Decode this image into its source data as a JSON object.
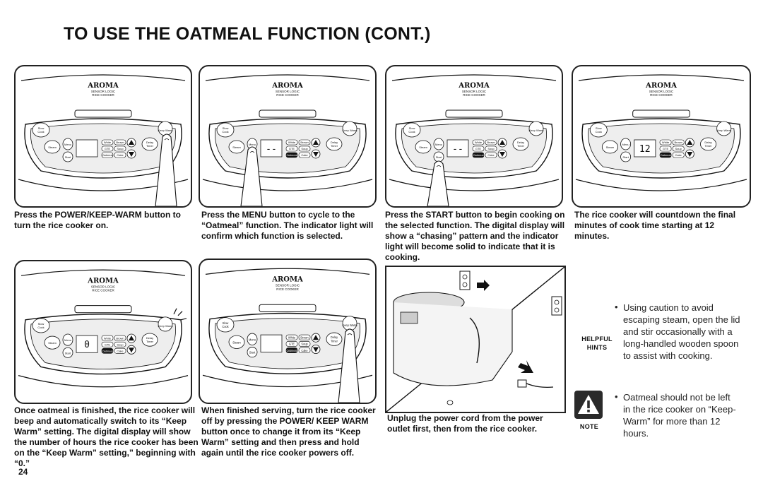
{
  "title": "TO USE THE OATMEAL FUNCTION (CONT.)",
  "brand": {
    "name": "AROMA",
    "sub1": "SENSOR LOGIC",
    "sub2": "RICE COOKER"
  },
  "buttons": {
    "slow_cook": [
      "Slow",
      "Cook"
    ],
    "steam": "Steam",
    "menu": "Menu",
    "start": "Start",
    "delay_timer": [
      "Delay",
      "Timer"
    ],
    "keep_warm": "Keep Warm",
    "functions": [
      "White",
      "Brown",
      "GTE",
      "Soup",
      "Oatmeal",
      "Cake"
    ]
  },
  "captions": [
    "Press the POWER/KEEP-WARM button to turn the rice cooker on.",
    "Press the MENU button to cycle to the “Oatmeal” function. The indicator light will confirm which function is selected.",
    "Press the START button to begin cooking on the selected function. The digital display will show a “chasing” pattern and the indicator light will become solid to indicate that it is cooking.",
    "The rice cooker will countdown the final minutes of cook time starting at 12 minutes.",
    "Once oatmeal is finished, the rice cooker will beep and automatically switch to its “Keep Warm” setting. The digital display will show the number of hours the rice cooker has been on the “Keep Warm” setting,” beginning with “0.”",
    "When finished serving, turn the rice cooker off by pressing the POWER/ KEEP WARM button once to change it from its “Keep Warm” setting and then press and hold again until the rice cooker powers off.",
    "Unplug the power cord from the power outlet first, then from the rice cooker."
  ],
  "displays": {
    "panel2": "--",
    "panel4": "12",
    "panel5": "0"
  },
  "helpful_hints": {
    "label": "HELPFUL HINTS",
    "text": "Using caution to avoid escaping steam, open the lid and stir occasionally with a long-handled wooden spoon to assist with cooking."
  },
  "note": {
    "label": "NOTE",
    "text": "Oatmeal should not be left in the rice cooker on “Keep-Warm” for more than 12 hours."
  },
  "page_number": "24",
  "colors": {
    "ink": "#111111",
    "panel_fill": "#eeeeee",
    "warning_bg": "#2a2a2a"
  }
}
